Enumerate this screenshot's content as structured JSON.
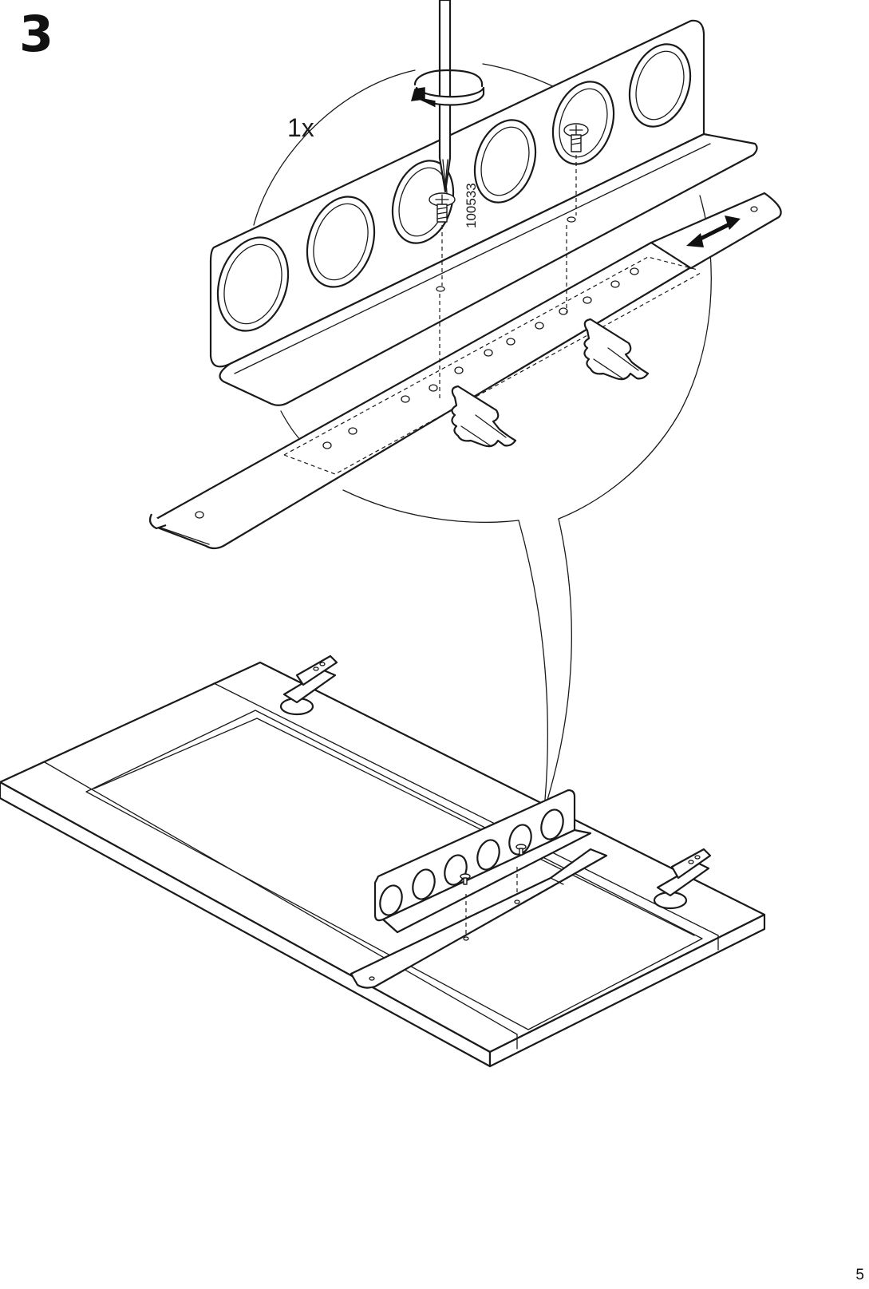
{
  "step": {
    "number": "3"
  },
  "callout": {
    "quantity": "1x",
    "part_number": "100533"
  },
  "icons": {
    "screwdriver": "screwdriver-icon",
    "rotation_arrow": "rotate-clockwise-icon",
    "screw": "screw-icon",
    "slide_arrow": "double-arrow-icon",
    "hand": "pointing-hand-icon",
    "hinge": "hinge-icon"
  },
  "page": {
    "number": "5"
  }
}
